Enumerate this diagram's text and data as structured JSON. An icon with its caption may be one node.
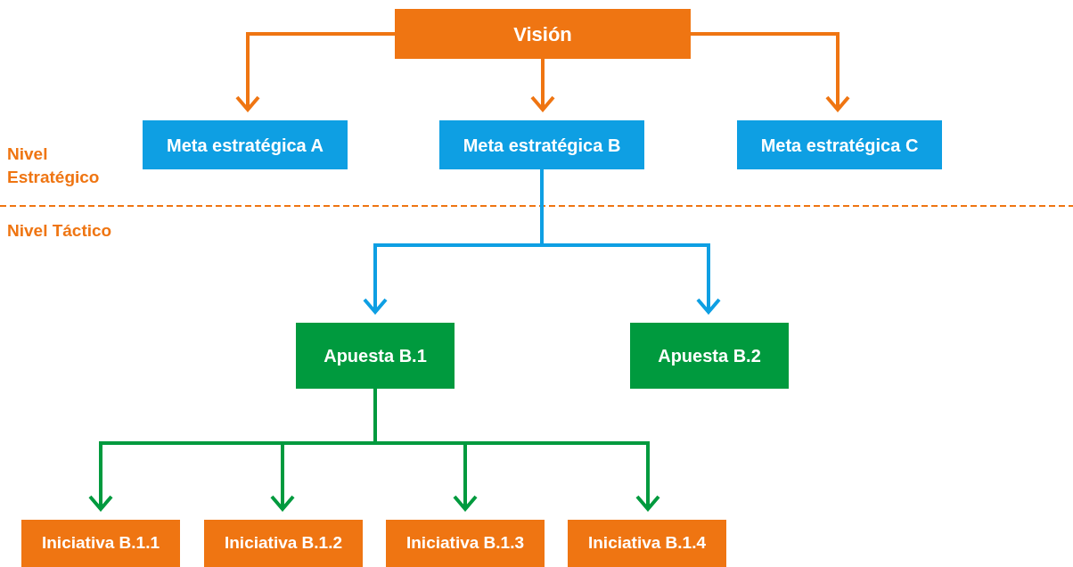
{
  "diagram": {
    "nodes": [
      {
        "text": [
          "Visión"
        ]
      },
      {
        "text": [
          "Meta estratégica A"
        ]
      },
      {
        "text": [
          "Meta estratégica B"
        ]
      },
      {
        "text": [
          "Meta estratégica C"
        ]
      },
      {
        "text": [
          "Apuesta B.1"
        ]
      },
      {
        "text": [
          "Apuesta B.2"
        ]
      },
      {
        "text": [
          "Iniciativa B.1.1"
        ]
      },
      {
        "text": [
          "Iniciativa B.1.2"
        ]
      },
      {
        "text": [
          "Iniciativa B.1.3"
        ]
      },
      {
        "text": [
          "Iniciativa B.1.4"
        ]
      }
    ],
    "edges": [
      {
        "from": 0,
        "to": 1,
        "arrow": "to",
        "color": "#ef7512"
      },
      {
        "from": 0,
        "to": 2,
        "arrow": "to",
        "color": "#ef7512"
      },
      {
        "from": 0,
        "to": 3,
        "arrow": "to",
        "color": "#ef7512"
      },
      {
        "from": 2,
        "to": 4,
        "arrow": "to",
        "color": "#0e9fe3"
      },
      {
        "from": 2,
        "to": 5,
        "arrow": "to",
        "color": "#0e9fe3"
      },
      {
        "from": 4,
        "to": 6,
        "arrow": "to"
      },
      {
        "from": 4,
        "to": 7,
        "arrow": "to"
      },
      {
        "from": 4,
        "to": 8,
        "arrow": "to"
      },
      {
        "from": 4,
        "to": 9,
        "arrow": "to"
      }
    ],
    "labels": [
      "Nivel Estratégico",
      "Nivel Táctico"
    ]
  }
}
